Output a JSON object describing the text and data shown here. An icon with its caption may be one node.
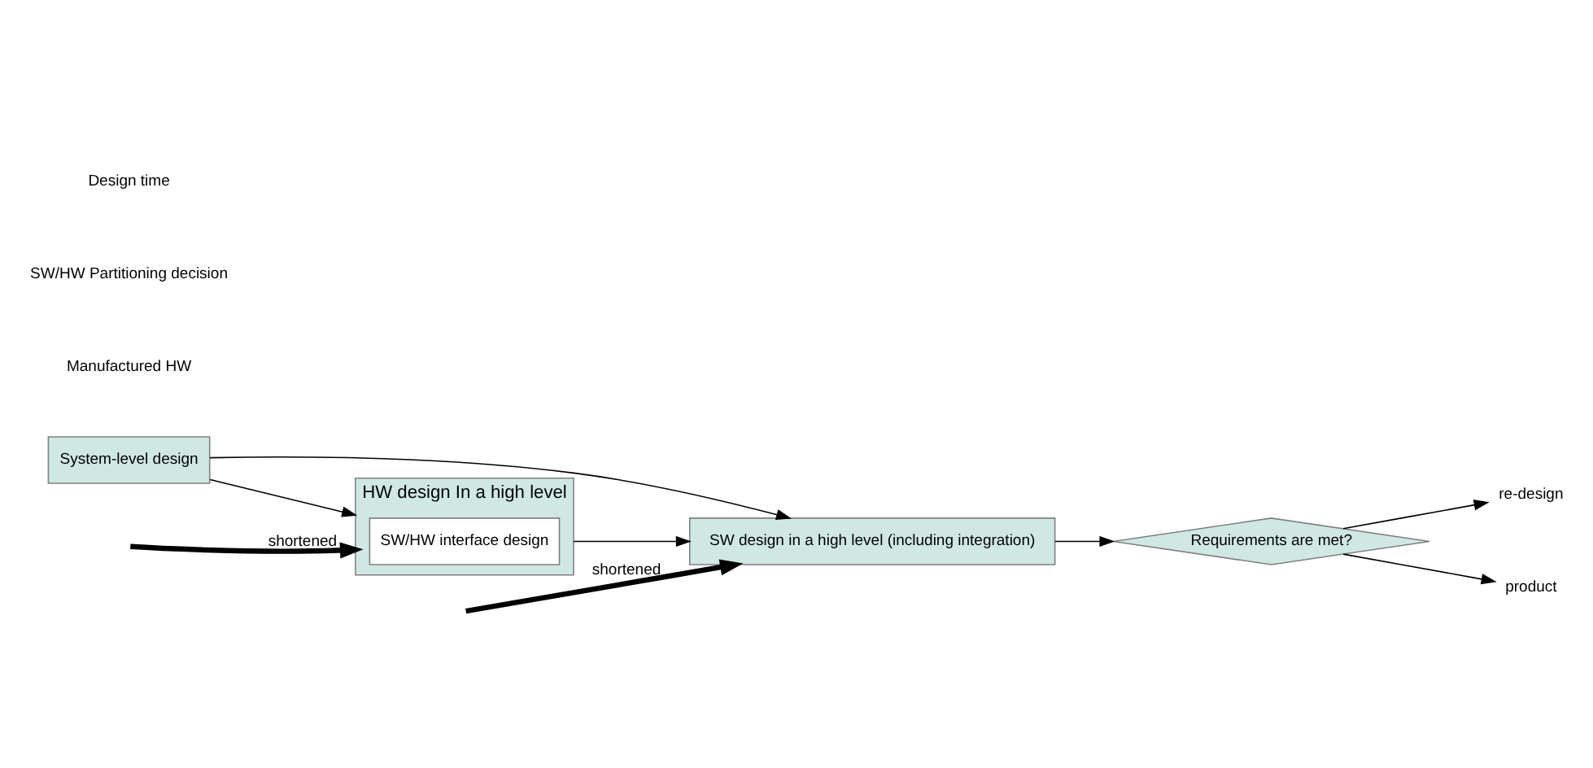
{
  "diagram": {
    "nodes": [
      {
        "text": [
          "System-level design"
        ]
      },
      {
        "text": [
          "HW design In a high level"
        ]
      },
      {
        "text": [
          "SW/HW interface design"
        ],
        "in": 1
      },
      {
        "text": [
          "SW design in a high level (including integration)"
        ]
      },
      {
        "text": [
          "Requirements are met?"
        ]
      },
      {
        "text": [
          "re-design"
        ]
      },
      {
        "text": [
          "product"
        ]
      }
    ],
    "edges": [
      {
        "from": 0,
        "to": 1,
        "arrow": "to"
      },
      {
        "from": 0,
        "to": 3,
        "arrow": "to"
      },
      {
        "from": null,
        "to": 1,
        "arrow": "to",
        "label": "shortened",
        "style": "thick"
      },
      {
        "from": 1,
        "to": 3,
        "arrow": "to"
      },
      {
        "from": null,
        "to": 3,
        "arrow": "to",
        "label": "shortened",
        "style": "thick"
      },
      {
        "from": 3,
        "to": 4,
        "arrow": "to"
      },
      {
        "from": 4,
        "to": 5,
        "arrow": "to"
      },
      {
        "from": 4,
        "to": 6,
        "arrow": "to"
      }
    ],
    "labels": [
      "Manufactured HW",
      "SW/HW Partitioning decision",
      "Design time"
    ]
  }
}
